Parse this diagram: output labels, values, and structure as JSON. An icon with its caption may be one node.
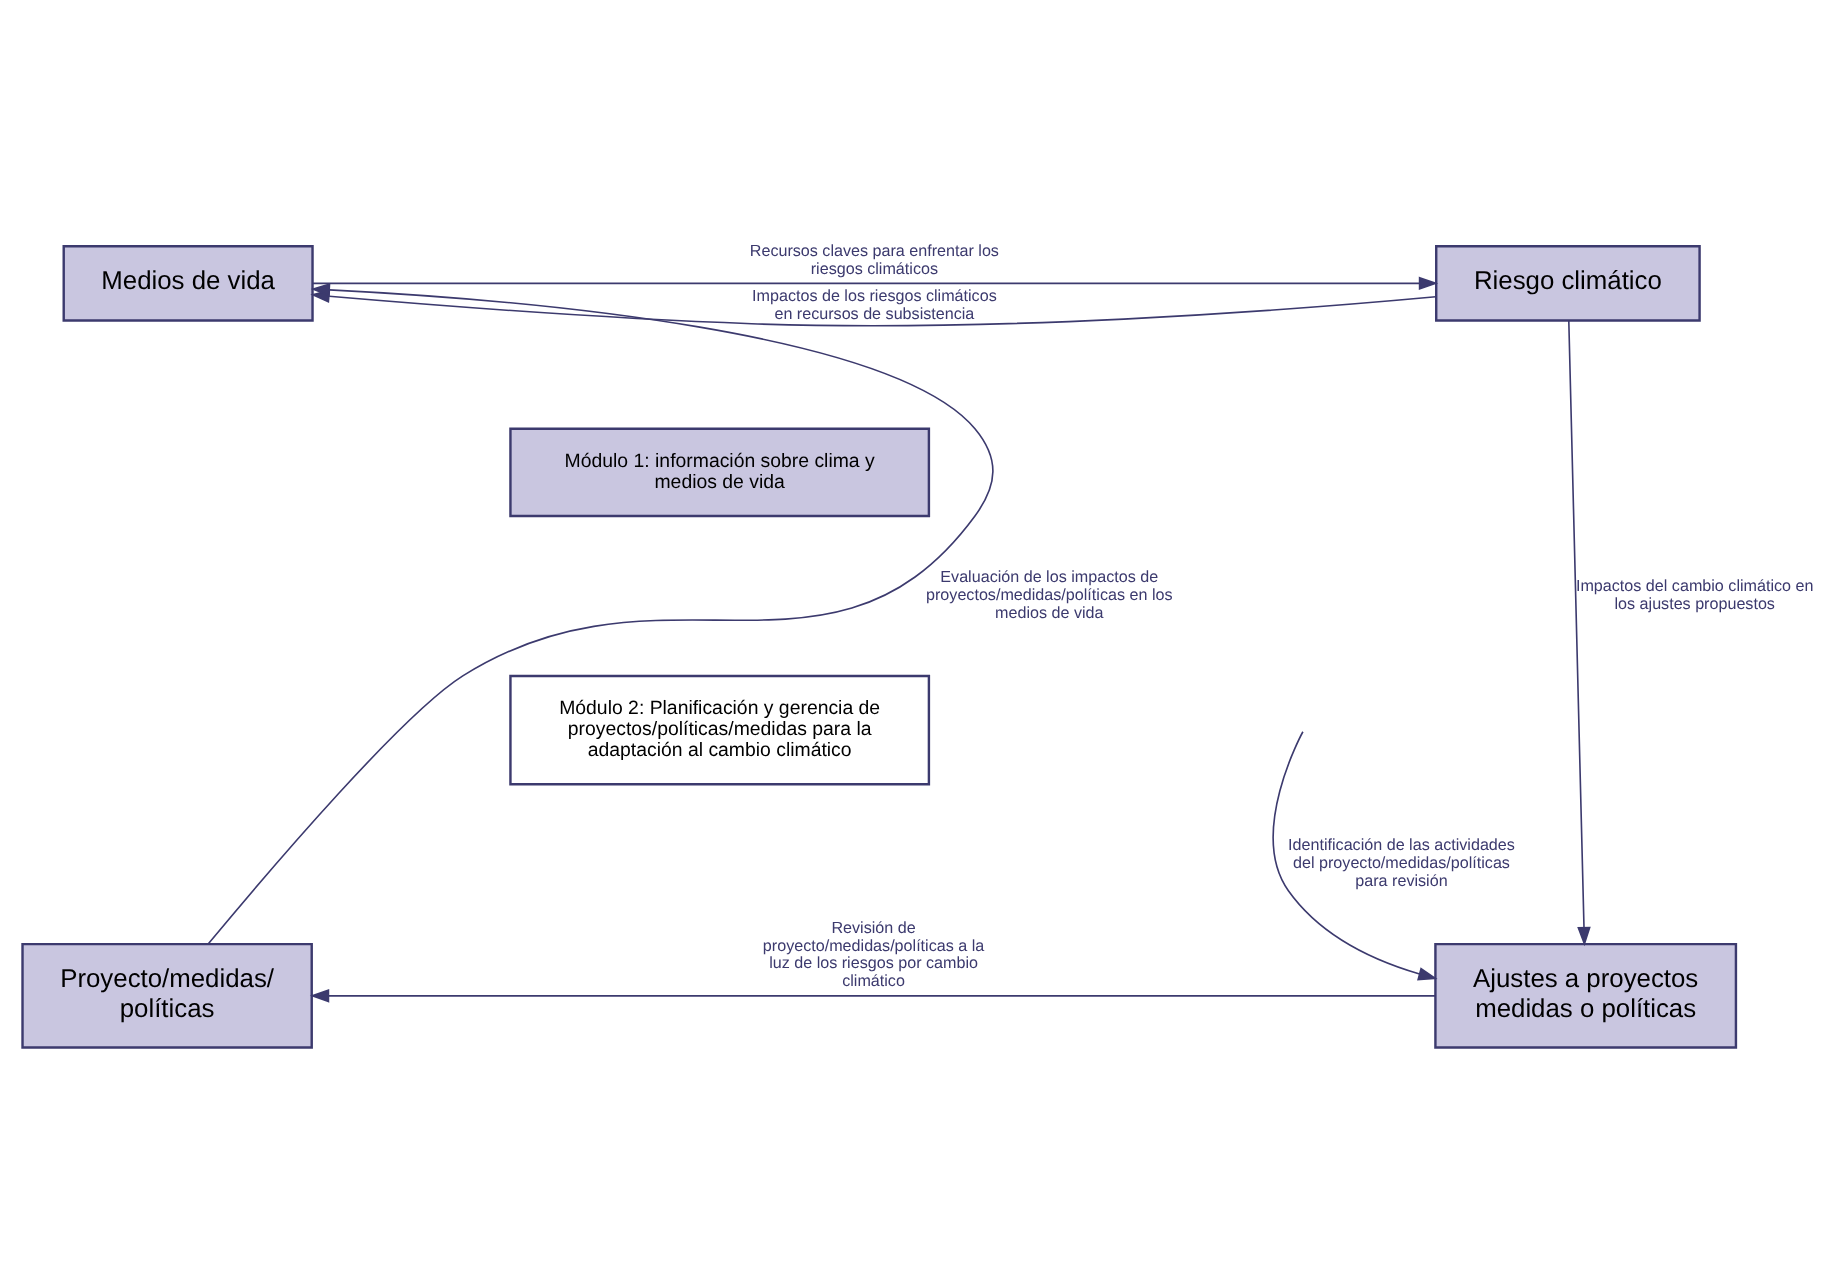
{
  "diagram": {
    "nodes": [
      {
        "text": [
          "Medios de vida"
        ]
      },
      {
        "text": [
          "Riesgo climático"
        ]
      },
      {
        "text": [
          "Módulo 1: información sobre clima y medios de vida"
        ]
      },
      {
        "text": [
          "Módulo 2: Planificación y gerencia de proyectos/políticas/medidas para la adaptación al cambio climático"
        ]
      },
      {
        "text": [
          "Proyecto/medidas/ políticas"
        ]
      },
      {
        "text": [
          "Ajustes a proyectos medidas o políticas"
        ]
      }
    ],
    "edges": [
      {
        "from": 1,
        "to": 0,
        "arrow": "to",
        "label": "Impactos de los riesgos climáticos en recursos de subsistencia"
      },
      {
        "from": 0,
        "to": 1,
        "arrow": "to",
        "label": "Recursos claves para enfrentar los riesgos climáticos"
      },
      {
        "from": 1,
        "to": 5,
        "arrow": "to",
        "label": "Impactos del cambio climático en los ajustes propuestos"
      },
      {
        "from": null,
        "to": 5,
        "arrow": "to",
        "label": "Identificación de las actividades del proyecto/medidas/políticas para revisión"
      },
      {
        "from": 5,
        "to": 4,
        "arrow": "to",
        "label": "Revisión de proyecto/medidas/políticas a la luz de los riesgos por cambio climático"
      },
      {
        "from": 4,
        "to": 0,
        "arrow": "to",
        "label": "Evaluación de los impactos de proyectos/medidas/políticas en los medios de vida"
      }
    ]
  }
}
